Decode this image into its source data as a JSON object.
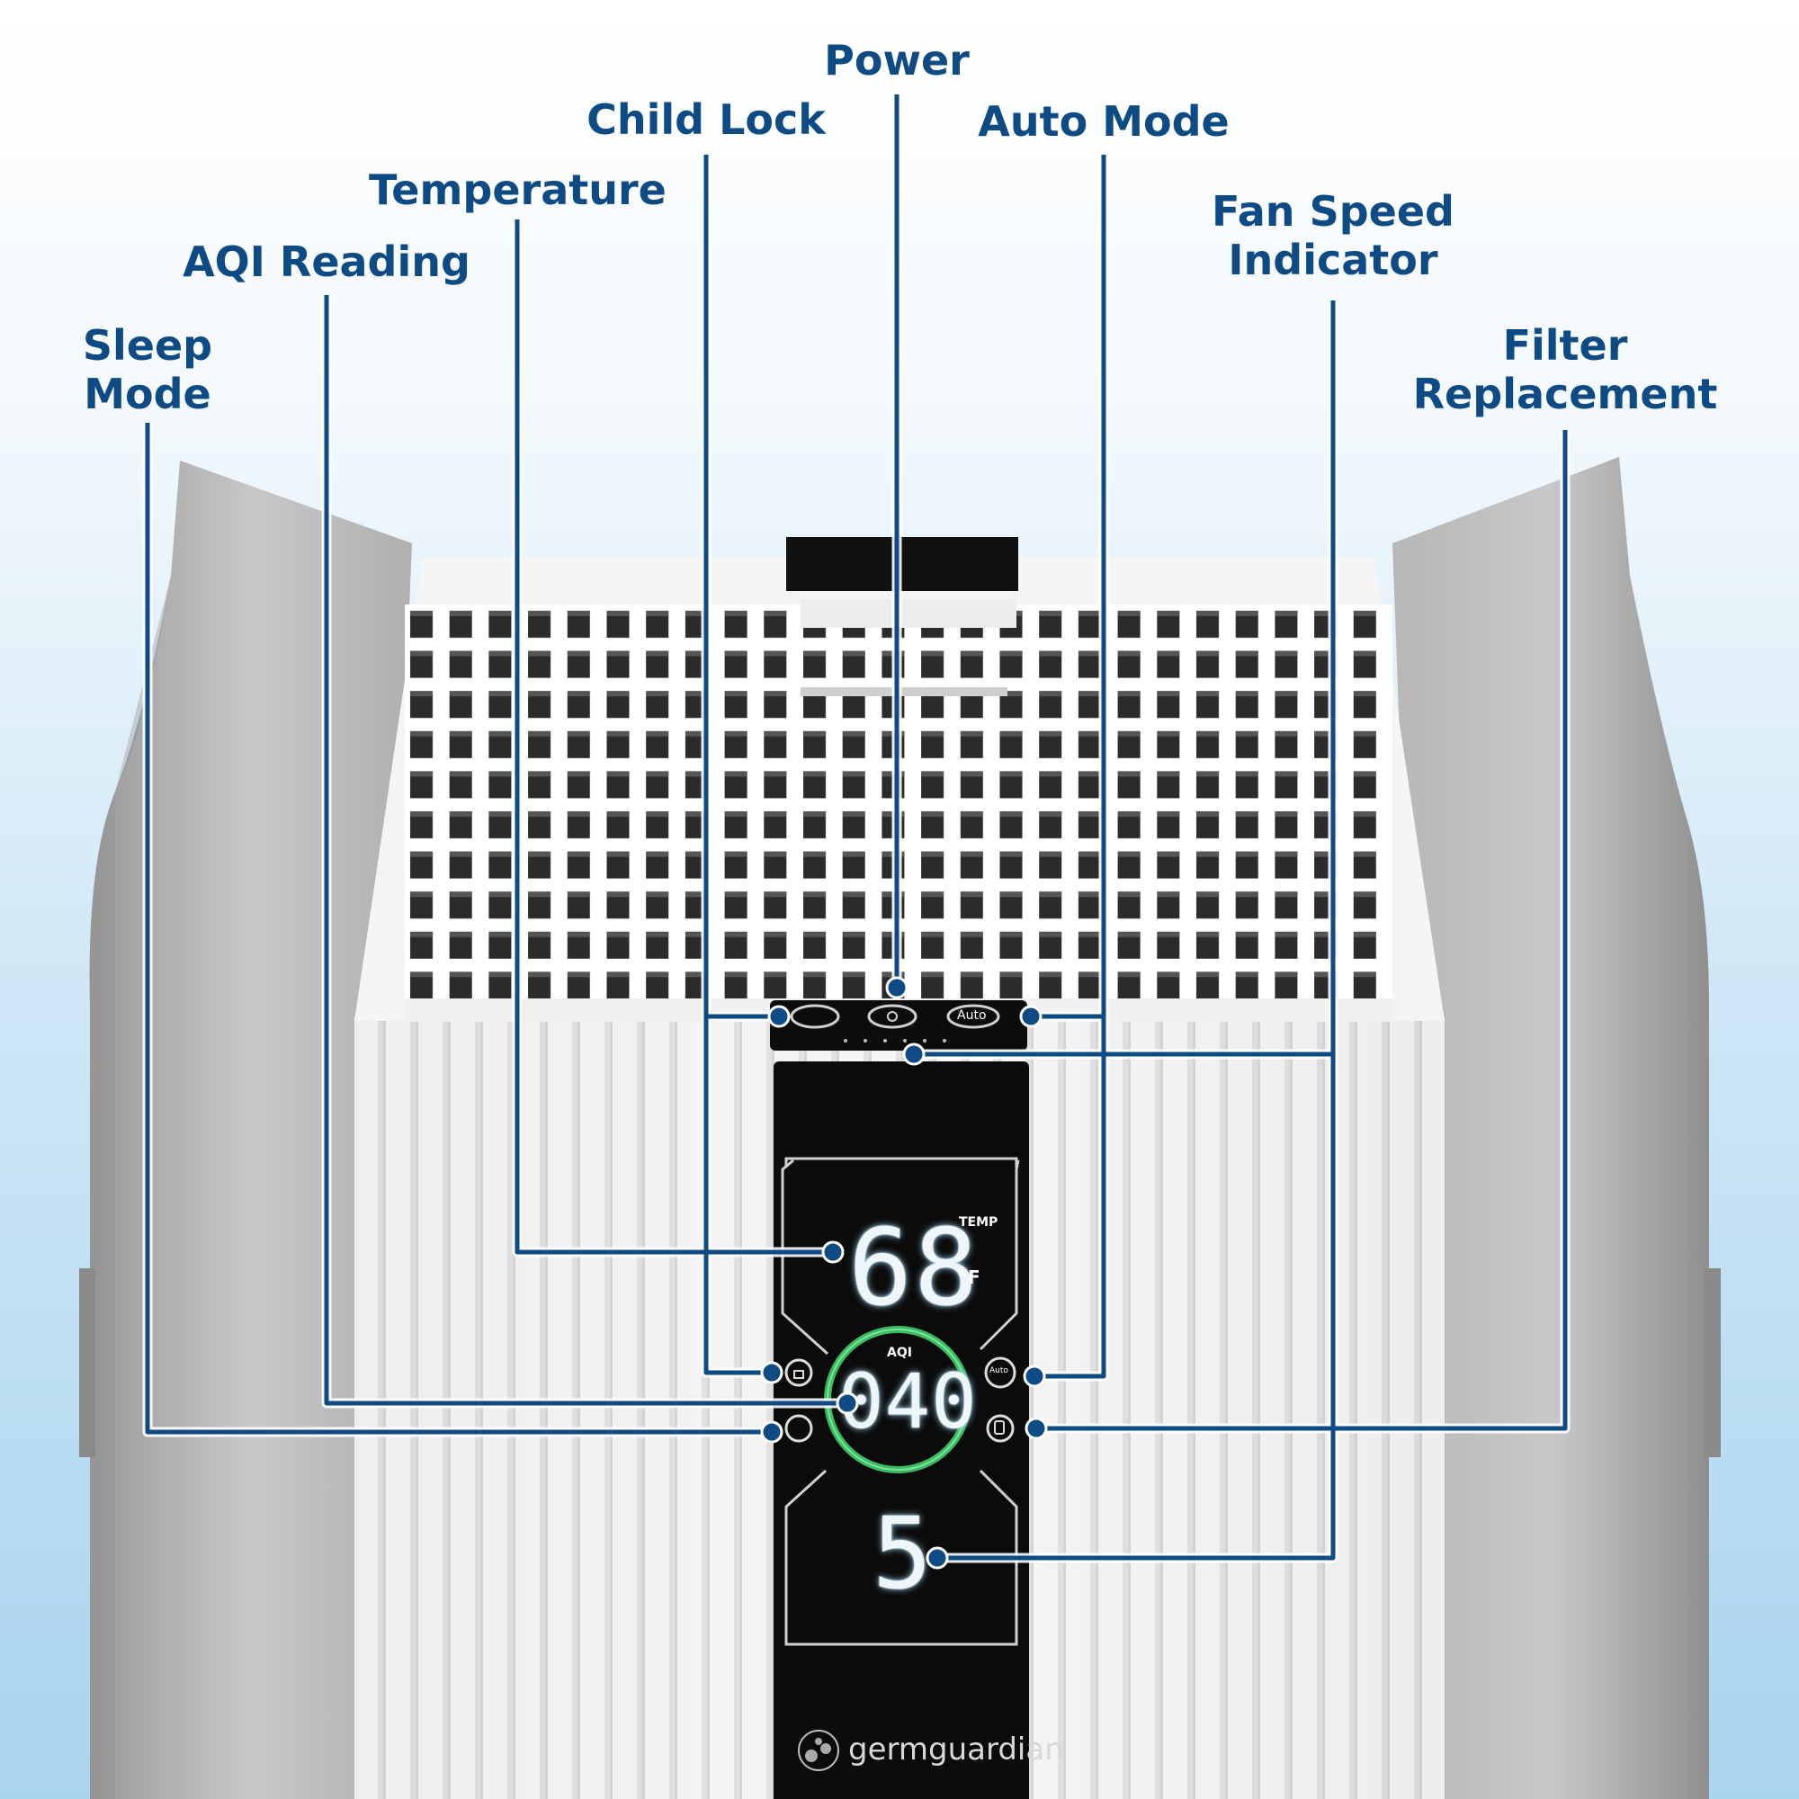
{
  "callouts": {
    "power": "Power",
    "child_lock": "Child Lock",
    "auto_mode": "Auto Mode",
    "temperature": "Temperature",
    "fan_speed_line1": "Fan Speed",
    "fan_speed_line2": "Indicator",
    "aqi_reading": "AQI Reading",
    "sleep_line1": "Sleep",
    "sleep_line2": "Mode",
    "filter_line1": "Filter",
    "filter_line2": "Replacement"
  },
  "display": {
    "temp_value": "68",
    "temp_label": "TEMP",
    "temp_unit": "°F",
    "aqi_label": "AQI",
    "aqi_value": "040",
    "fan_speed_value": "5",
    "auto_button": "Auto",
    "brand_name": "germguardian"
  },
  "colors": {
    "callout_blue": "#0e4a83",
    "aqi_ring_green": "#3fd06a",
    "panel_black": "#0c0c0c",
    "lcd_white": "#eef6fb"
  }
}
